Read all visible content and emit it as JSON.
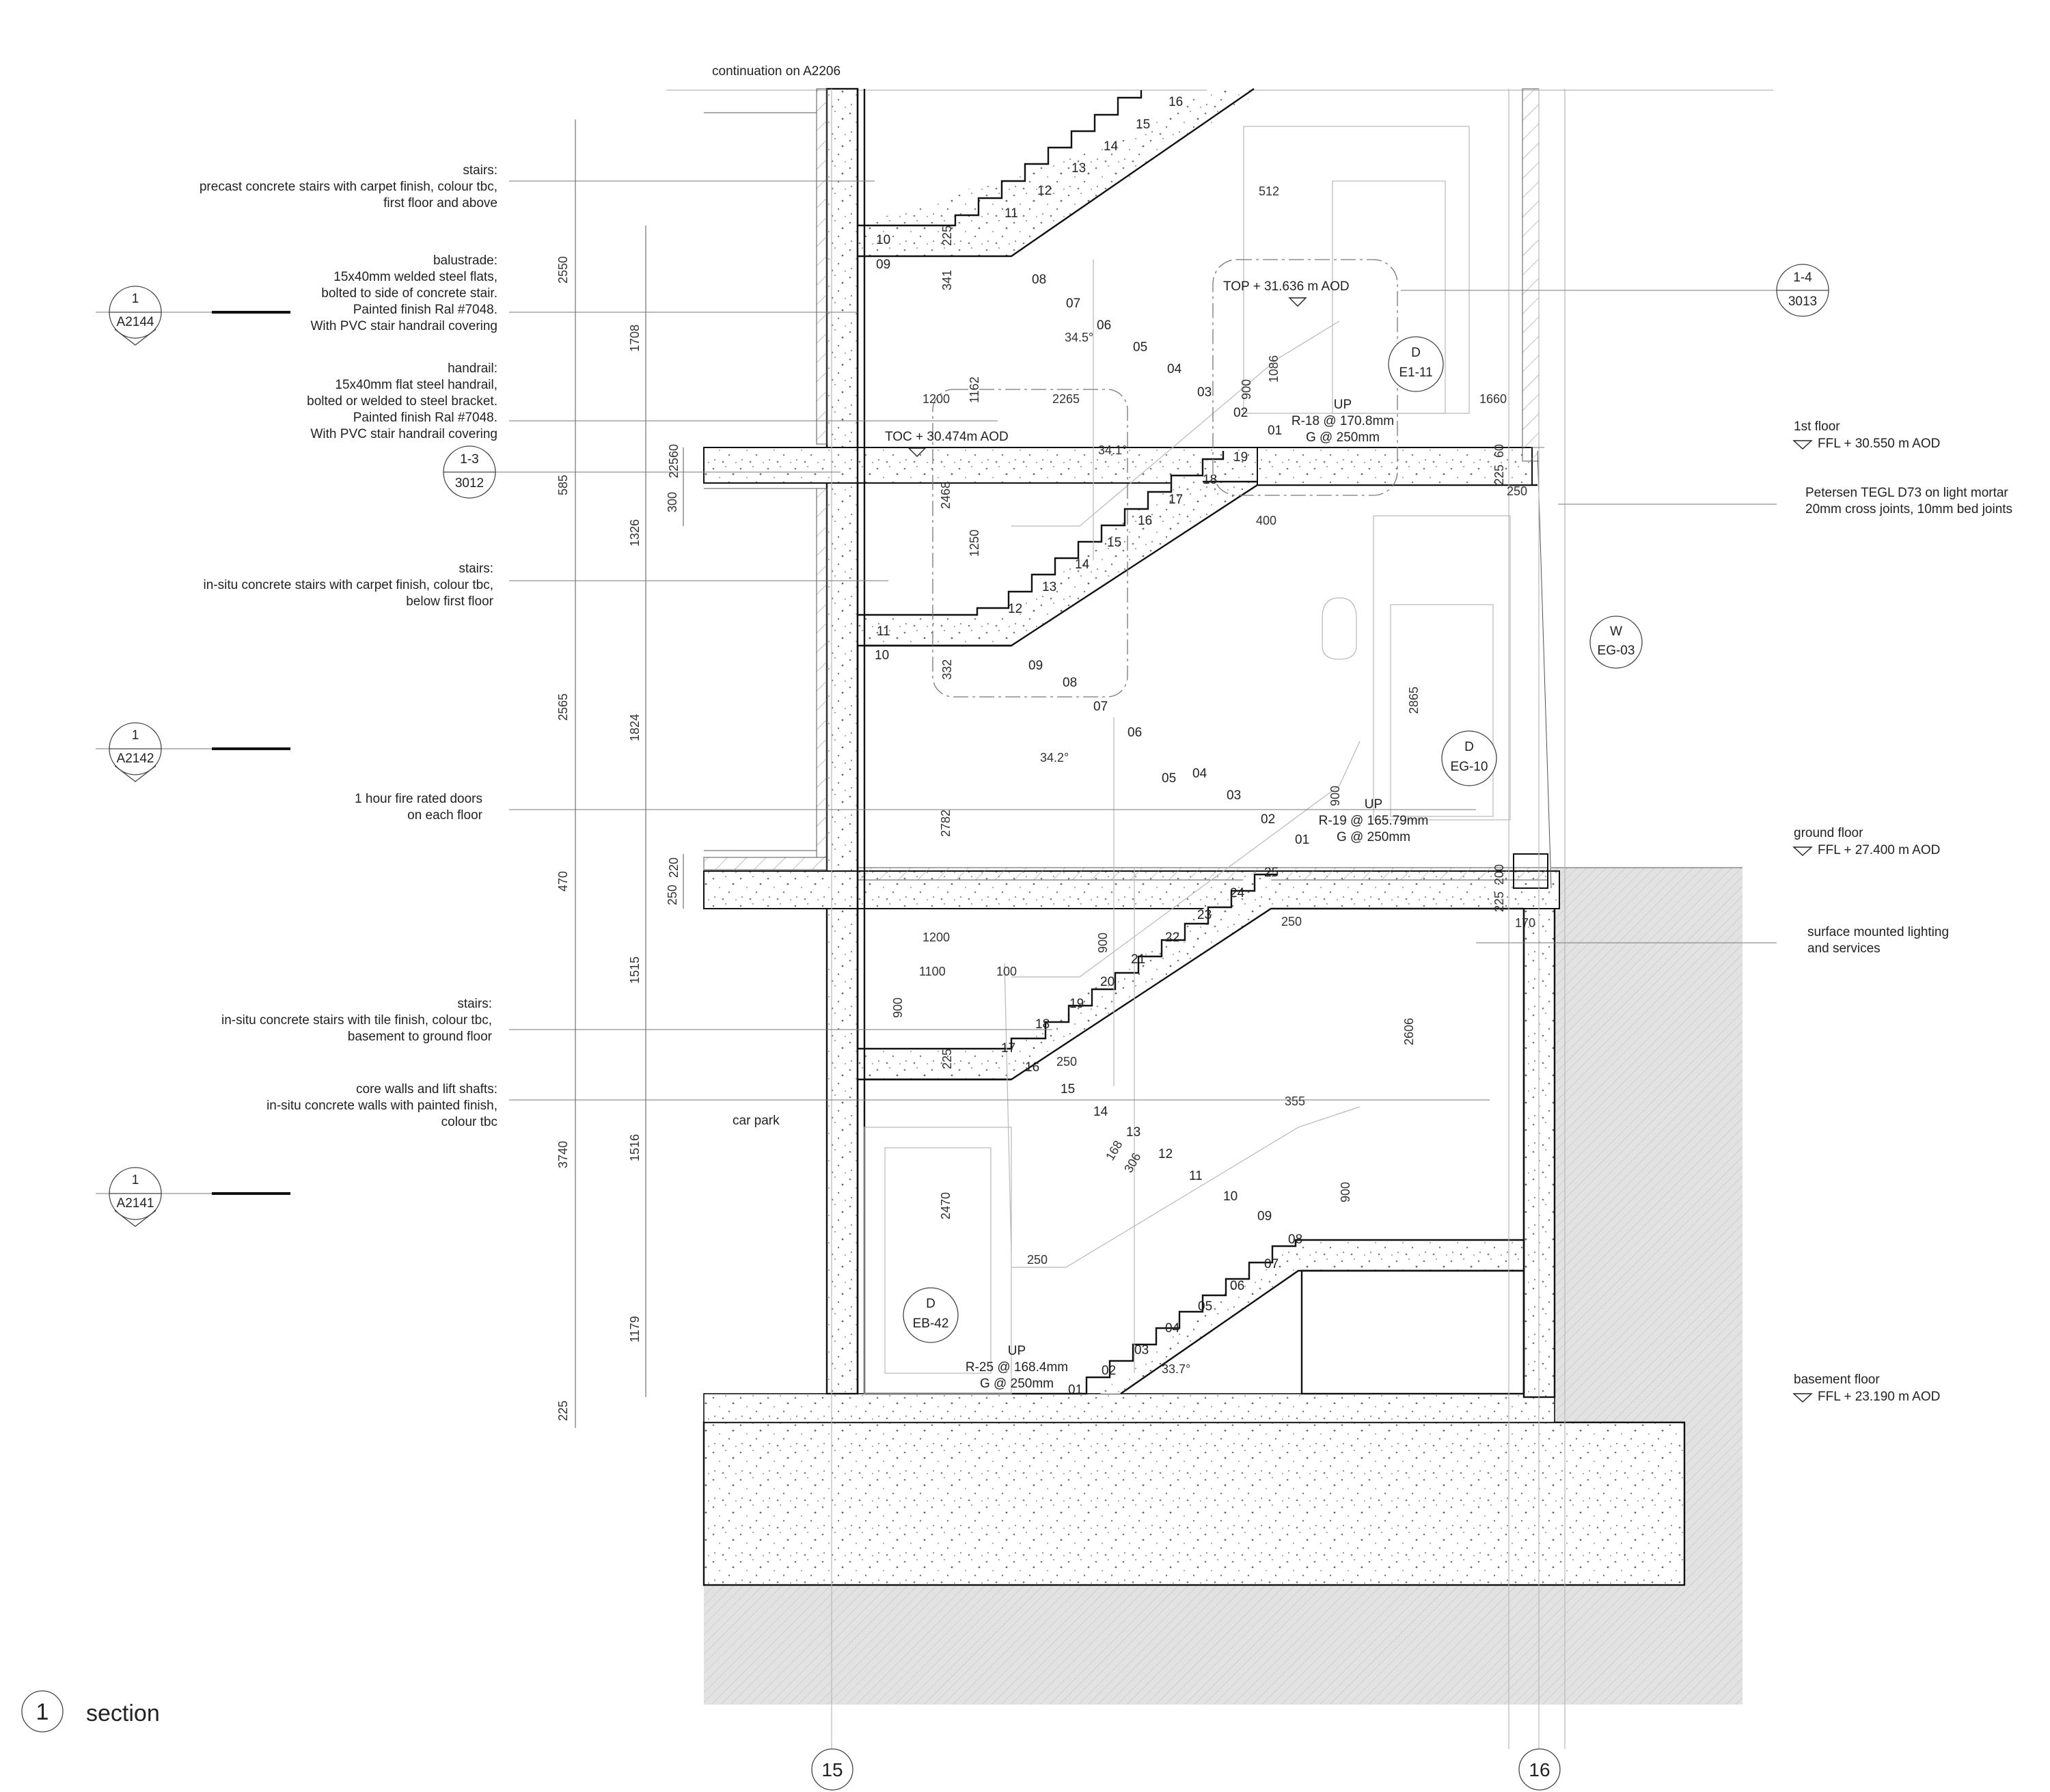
{
  "header": {
    "continuation": "continuation on A2206"
  },
  "title": {
    "number": "1",
    "label": "section"
  },
  "gridlines": [
    "15",
    "16"
  ],
  "notes": [
    {
      "id": "stairs-upper",
      "lines": [
        "stairs:",
        "precast concrete stairs with carpet finish, colour tbc,",
        "first floor and above"
      ]
    },
    {
      "id": "balustrade",
      "lines": [
        "balustrade:",
        "15x40mm welded steel flats,",
        "bolted to side of concrete stair.",
        "Painted finish Ral #7048.",
        "With PVC stair handrail covering"
      ]
    },
    {
      "id": "handrail",
      "lines": [
        "handrail:",
        "15x40mm flat steel handrail,",
        "bolted or welded to steel bracket.",
        "Painted finish Ral #7048.",
        "With PVC stair handrail covering"
      ]
    },
    {
      "id": "stairs-mid",
      "lines": [
        "stairs:",
        "in-situ concrete stairs with carpet finish, colour tbc,",
        "below first floor"
      ]
    },
    {
      "id": "fire-doors",
      "lines": [
        "1 hour fire rated doors",
        "on each floor"
      ]
    },
    {
      "id": "stairs-lower",
      "lines": [
        "stairs:",
        "in-situ concrete stairs with tile finish, colour tbc,",
        "basement to ground floor"
      ]
    },
    {
      "id": "core-walls",
      "lines": [
        "core walls and lift shafts:",
        "in-situ concrete walls with painted finish,",
        "colour tbc"
      ]
    },
    {
      "id": "brick",
      "lines": [
        "Petersen TEGL D73  on light mortar",
        "20mm cross joints, 10mm bed joints"
      ]
    },
    {
      "id": "lighting",
      "lines": [
        "surface mounted lighting",
        "and services"
      ]
    }
  ],
  "levels": [
    {
      "name": "1st floor",
      "value": "FFL + 30.550 m AOD"
    },
    {
      "name": "ground floor",
      "value": "FFL + 27.400 m AOD"
    },
    {
      "name": "basement floor",
      "value": "FFL + 23.190 m AOD"
    }
  ],
  "spot_levels": {
    "top": "TOP + 31.636 m AOD",
    "toc": "TOC + 30.474m AOD"
  },
  "section_refs": [
    {
      "num": "1",
      "sheet": "A2144"
    },
    {
      "num": "1",
      "sheet": "A2142"
    },
    {
      "num": "1",
      "sheet": "A2141"
    },
    {
      "num": "1-3",
      "sheet": "3012"
    },
    {
      "num": "1-4",
      "sheet": "3013"
    }
  ],
  "door_tags": [
    {
      "type": "D",
      "code": "E1-11"
    },
    {
      "type": "D",
      "code": "EG-10"
    },
    {
      "type": "W",
      "code": "EG-03"
    },
    {
      "type": "D",
      "code": "EB-42"
    }
  ],
  "stair_labels": [
    {
      "dir": "UP",
      "riser": "R-18 @ 170.8mm",
      "going": "G @ 250mm"
    },
    {
      "dir": "UP",
      "riser": "R-19 @ 165.79mm",
      "going": "G @ 250mm"
    },
    {
      "dir": "UP",
      "riser": "R-25 @ 168.4mm",
      "going": "G @ 250mm"
    }
  ],
  "room": "car park",
  "dims": {
    "outer": [
      "2550",
      "585",
      "2565",
      "470",
      "3740",
      "225"
    ],
    "inner": [
      "1708",
      "1326",
      "1824",
      "1515",
      "1516",
      "1179"
    ],
    "small": [
      "225",
      "60",
      "300",
      "220",
      "250"
    ],
    "misc": [
      "512",
      "1660",
      "1200",
      "2265",
      "1162",
      "2468",
      "1250",
      "1086",
      "900",
      "400",
      "341",
      "225",
      "332",
      "2782",
      "2865",
      "1200",
      "1100",
      "100",
      "900",
      "900",
      "225",
      "250",
      "250",
      "170",
      "2606",
      "355",
      "168",
      "306",
      "900",
      "2470",
      "250",
      "225",
      "60",
      "250",
      "200",
      "225",
      "900",
      "34.5°",
      "34.1°",
      "34.2°",
      "33.7°"
    ]
  }
}
